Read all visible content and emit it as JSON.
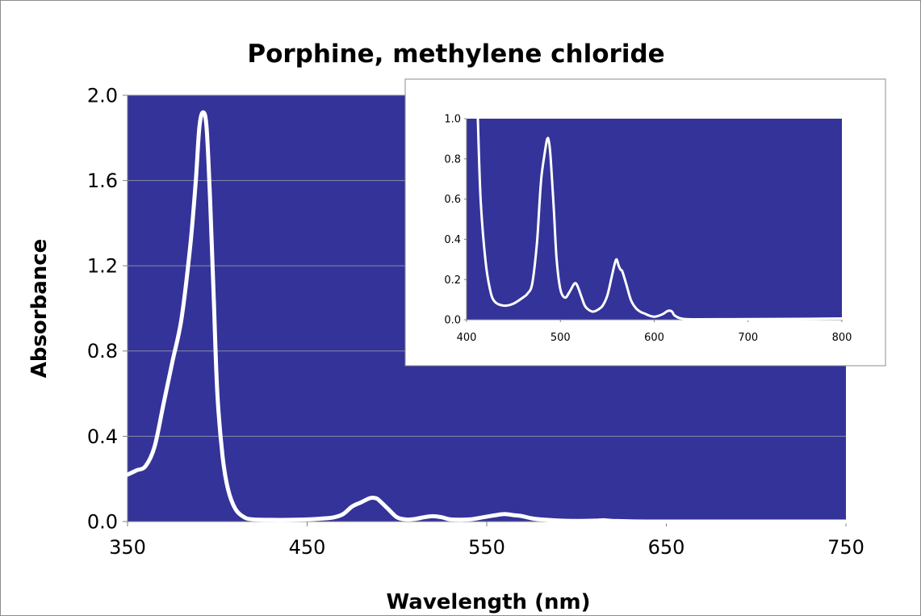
{
  "chart_data": [
    {
      "id": "main",
      "type": "line",
      "title": "Porphine, methylene chloride",
      "xlabel": "Wavelength (nm)",
      "ylabel": "Absorbance",
      "xlim": [
        350,
        750
      ],
      "ylim": [
        0,
        2.0
      ],
      "xticks": [
        "350",
        "450",
        "550",
        "650",
        "750"
      ],
      "yticks": [
        "0.0",
        "0.4",
        "0.8",
        "1.2",
        "1.6",
        "2.0"
      ],
      "grid": true,
      "plot_background": "#333399",
      "line_color": "#ffffff",
      "x": [
        350,
        355,
        360,
        365,
        370,
        375,
        380,
        385,
        388,
        390,
        392,
        394,
        396,
        398,
        400,
        403,
        406,
        410,
        415,
        420,
        430,
        440,
        450,
        460,
        465,
        470,
        475,
        480,
        485,
        488,
        490,
        495,
        500,
        505,
        510,
        515,
        520,
        525,
        530,
        540,
        548,
        555,
        560,
        565,
        570,
        575,
        580,
        590,
        600,
        610,
        615,
        620,
        630,
        650,
        700,
        750
      ],
      "y": [
        0.22,
        0.24,
        0.26,
        0.35,
        0.55,
        0.75,
        0.95,
        1.3,
        1.6,
        1.85,
        1.92,
        1.85,
        1.5,
        1.05,
        0.6,
        0.3,
        0.15,
        0.06,
        0.02,
        0.01,
        0.008,
        0.008,
        0.01,
        0.015,
        0.02,
        0.035,
        0.07,
        0.09,
        0.11,
        0.11,
        0.1,
        0.06,
        0.02,
        0.01,
        0.012,
        0.02,
        0.025,
        0.02,
        0.01,
        0.01,
        0.02,
        0.03,
        0.035,
        0.03,
        0.025,
        0.015,
        0.01,
        0.005,
        0.003,
        0.004,
        0.006,
        0.003,
        0.001,
        0.0,
        0.0,
        0.0
      ]
    },
    {
      "id": "inset",
      "type": "line",
      "xlim": [
        400,
        800
      ],
      "ylim": [
        0,
        1.0
      ],
      "xticks": [
        "400",
        "500",
        "600",
        "700",
        "800"
      ],
      "yticks": [
        "0.0",
        "0.2",
        "0.4",
        "0.6",
        "0.8",
        "1.0"
      ],
      "grid": false,
      "plot_background": "#333399",
      "line_color": "#ffffff",
      "x": [
        412,
        415,
        420,
        425,
        430,
        440,
        450,
        460,
        465,
        470,
        475,
        478,
        480,
        483,
        486,
        488,
        490,
        493,
        496,
        500,
        505,
        510,
        515,
        518,
        522,
        526,
        530,
        535,
        540,
        545,
        550,
        555,
        558,
        560,
        562,
        564,
        566,
        570,
        575,
        580,
        585,
        590,
        595,
        600,
        605,
        610,
        613,
        616,
        619,
        622,
        630,
        650,
        700,
        750,
        800
      ],
      "y": [
        1.0,
        0.6,
        0.3,
        0.15,
        0.09,
        0.07,
        0.08,
        0.11,
        0.13,
        0.18,
        0.38,
        0.6,
        0.72,
        0.82,
        0.9,
        0.88,
        0.78,
        0.55,
        0.3,
        0.15,
        0.11,
        0.14,
        0.18,
        0.17,
        0.12,
        0.07,
        0.05,
        0.04,
        0.05,
        0.07,
        0.12,
        0.22,
        0.28,
        0.3,
        0.27,
        0.25,
        0.24,
        0.18,
        0.1,
        0.06,
        0.04,
        0.03,
        0.02,
        0.015,
        0.02,
        0.03,
        0.04,
        0.045,
        0.04,
        0.02,
        0.005,
        0.002,
        0.003,
        0.004,
        0.006
      ]
    }
  ]
}
